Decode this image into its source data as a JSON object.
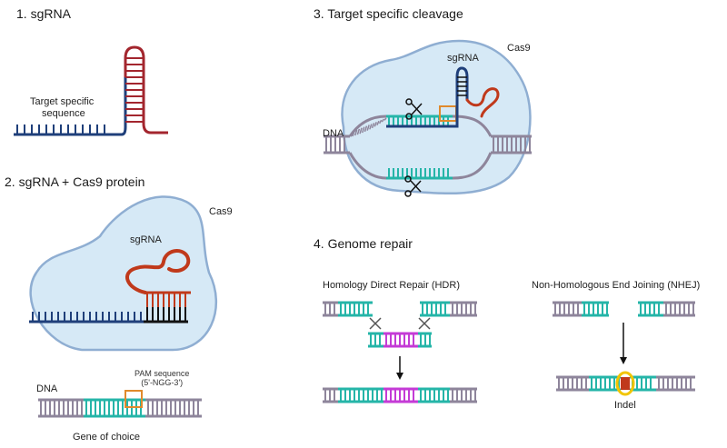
{
  "sections": {
    "s1": {
      "title": "1.  sgRNA",
      "target_line1": "Target specific",
      "target_line2": "sequence"
    },
    "s2": {
      "title": "2. sgRNA + Cas9 protein",
      "cas9": "Cas9",
      "sgrna": "sgRNA",
      "dna": "DNA",
      "pam_line1": "PAM sequence",
      "pam_line2": "(5'-NGG-3')",
      "gene": "Gene of choice"
    },
    "s3": {
      "title": "3. Target specific cleavage",
      "cas9": "Cas9",
      "sgrna": "sgRNA",
      "dna": "DNA"
    },
    "s4": {
      "title": "4. Genome repair",
      "hdr": "Homology Direct Repair (HDR)",
      "nhej": "Non-Homologous End Joining (NHEJ)",
      "indel": "Indel"
    }
  },
  "colors": {
    "dna_gray": "#8e859b",
    "teal": "#25b5a8",
    "navy": "#1f3f7a",
    "rna_red": "#c0391b",
    "stem_red": "#a3262e",
    "magenta": "#c43bd6",
    "cas9_fill": "#d6e9f6",
    "cas9_stroke": "#8faed2",
    "pam_orange": "#e08a2c",
    "indel_yellow": "#f2c500",
    "black": "#111111"
  },
  "icons": [
    "scissors-icon",
    "cross-icon",
    "arrow-down-icon"
  ]
}
